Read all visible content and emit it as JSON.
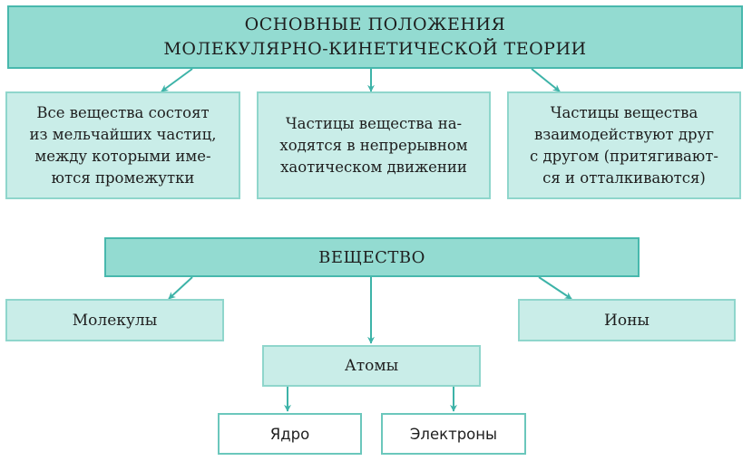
{
  "theory": {
    "title_lines": [
      "ОСНОВНЫЕ ПОЛОЖЕНИЯ",
      "МОЛЕКУЛЯРНО-КИНЕТИЧЕСКОЙ ТЕОРИИ"
    ],
    "positions": [
      {
        "lines": [
          "Все вещества состоят",
          "из мельчайших частиц,",
          "между которыми име-",
          "ются промежутки"
        ]
      },
      {
        "lines": [
          "Частицы вещества на-",
          "ходятся в непрерывном",
          "хаотическом движении"
        ]
      },
      {
        "lines": [
          "Частицы вещества",
          "взаимодействуют друг",
          "с другом (притягивают-",
          "ся и отталкиваются)"
        ]
      }
    ]
  },
  "substance": {
    "title": "ВЕЩЕСТВО",
    "molecules": "Молекулы",
    "ions": "Ионы",
    "atoms": "Атомы",
    "nucleus": "Ядро",
    "electrons": "Электроны"
  },
  "colors": {
    "dark_fill": "#93dbd1",
    "light_fill": "#c9ede8",
    "border": "#48b8ad",
    "arrow": "#3db3a8"
  }
}
